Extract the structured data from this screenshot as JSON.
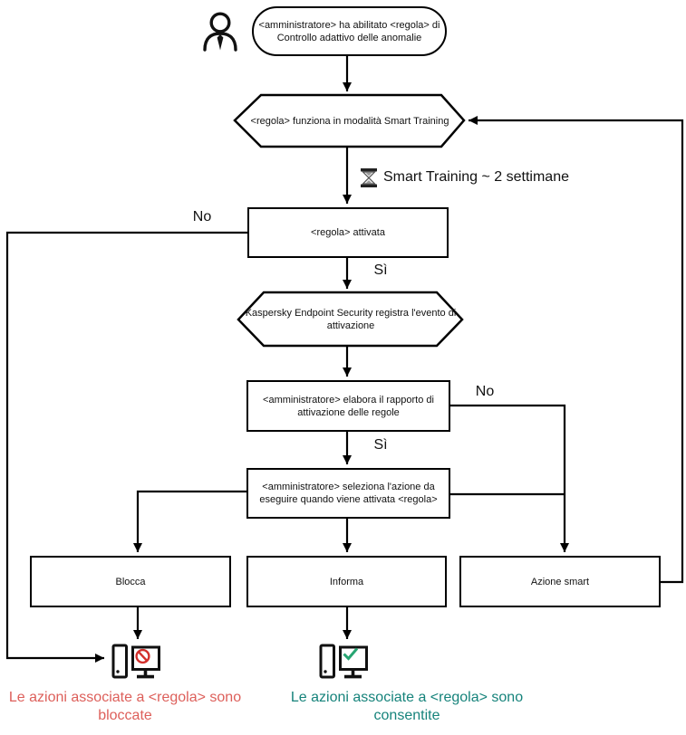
{
  "colors": {
    "line": "#000000",
    "prohibition_red": "#d2302c",
    "check_green": "#27a572",
    "blocked_text": "#dd5f5a",
    "allowed_text": "#16837b"
  },
  "nodes": {
    "start": {
      "lines": [
        "<amministratore> ha abilitato <regola> di",
        "Controllo adattivo delle anomalie"
      ]
    },
    "smart_training_mode": {
      "label": "<regola> funziona in modalità Smart Training"
    },
    "rule_triggered": {
      "label": "<regola> attivata"
    },
    "event_logged": {
      "lines": [
        "Kaspersky Endpoint Security registra l'evento di",
        "attivazione"
      ]
    },
    "admin_report": {
      "lines": [
        "<amministratore> elabora il rapporto di",
        "attivazione delle regole"
      ]
    },
    "admin_action": {
      "lines": [
        "<amministratore> seleziona l'azione da",
        "eseguire quando viene attivata <regola>"
      ]
    },
    "block": {
      "label": "Blocca"
    },
    "inform": {
      "label": "Informa"
    },
    "smart_action": {
      "label": "Azione smart"
    }
  },
  "edge_labels": {
    "no_left": "No",
    "yes_top": "Sì",
    "no_right": "No",
    "yes_bottom": "Sì",
    "training_duration": "Smart Training ~ 2 settimane"
  },
  "outcomes": {
    "blocked": {
      "lines": [
        "Le azioni associate a <regola> sono",
        "bloccate"
      ]
    },
    "allowed": {
      "lines": [
        "Le azioni associate a <regola> sono",
        "consentite"
      ]
    }
  },
  "icons": {
    "person": "person-icon",
    "hourglass": "hourglass-icon",
    "blocked_computer": "computer-blocked-icon",
    "allowed_computer": "computer-allowed-icon"
  }
}
